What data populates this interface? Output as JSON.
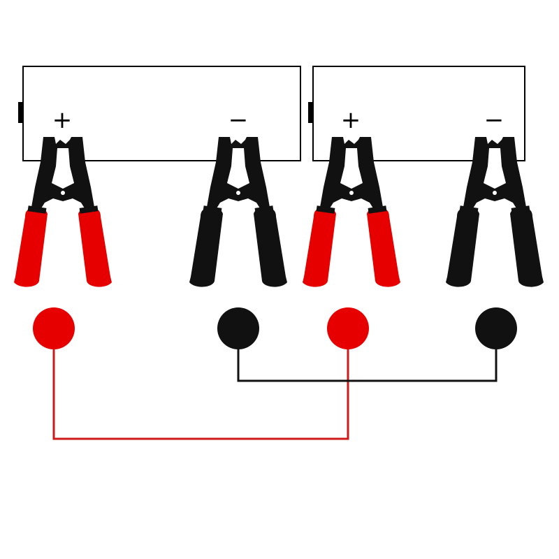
{
  "colors": {
    "positive": "#e60000",
    "negative": "#111111",
    "wire_positive": "#cc1a1a",
    "wire_negative": "#111111",
    "outline": "#000000"
  },
  "batteries": [
    {
      "positive_label": "+",
      "negative_label": "−"
    },
    {
      "positive_label": "+",
      "negative_label": "−"
    }
  ],
  "clamps": [
    {
      "polarity": "positive",
      "color": "#e60000"
    },
    {
      "polarity": "negative",
      "color": "#111111"
    },
    {
      "polarity": "positive",
      "color": "#e60000"
    },
    {
      "polarity": "negative",
      "color": "#111111"
    }
  ],
  "terminals": [
    {
      "polarity": "positive",
      "color": "#e60000"
    },
    {
      "polarity": "negative",
      "color": "#111111"
    },
    {
      "polarity": "positive",
      "color": "#e60000"
    },
    {
      "polarity": "negative",
      "color": "#111111"
    }
  ],
  "connections": [
    {
      "from_terminal": 0,
      "to_terminal": 2,
      "color": "#cc1a1a"
    },
    {
      "from_terminal": 1,
      "to_terminal": 3,
      "color": "#111111"
    }
  ]
}
